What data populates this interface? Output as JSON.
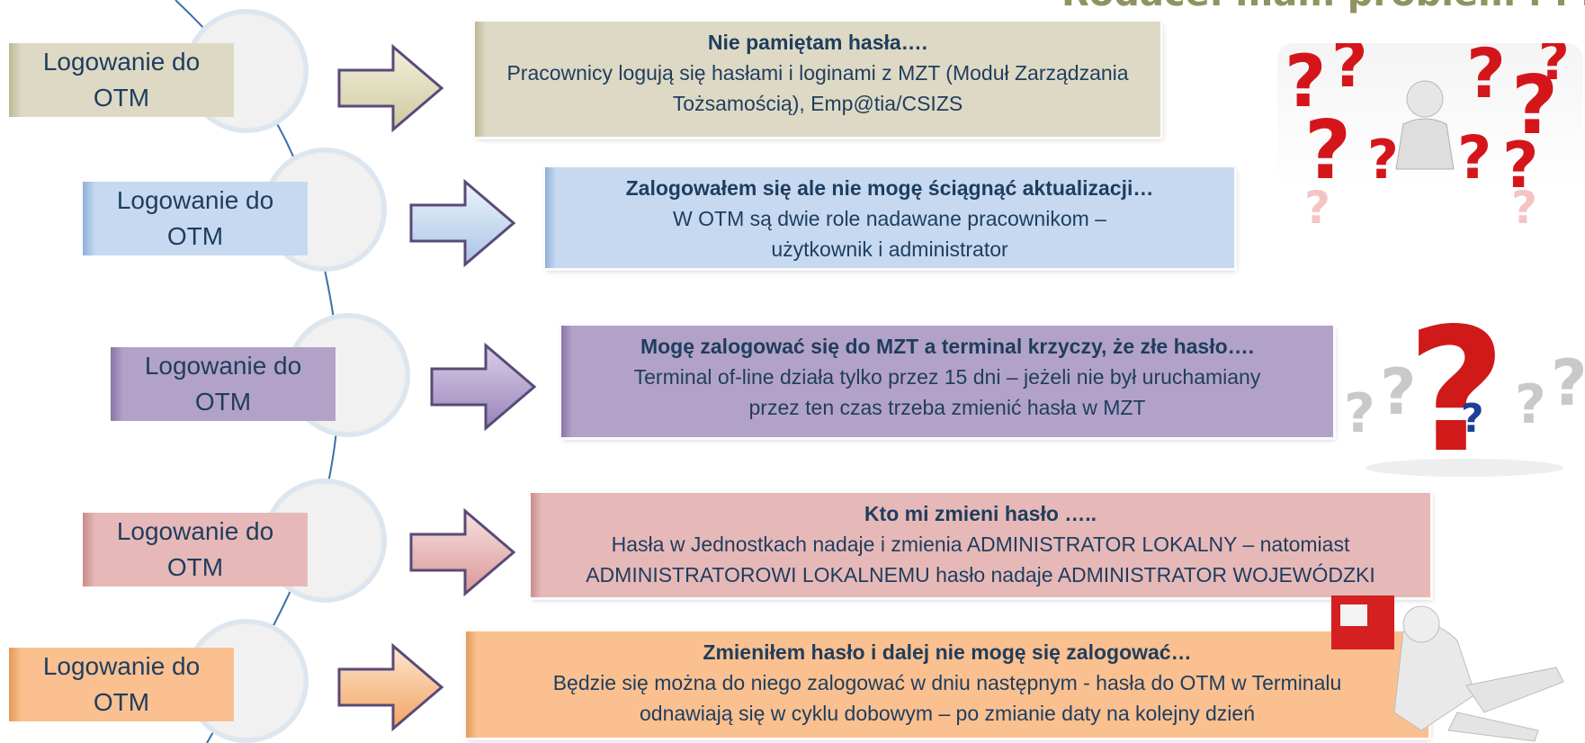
{
  "header_fragment": "Rodaceł mam problem . . .",
  "rows": [
    {
      "label_line1": "Logowanie do",
      "label_line2": "OTM",
      "heading": "Nie pamiętam hasła….",
      "text": "Pracownicy logują się hasłami i loginami z MZT (Moduł Zarządzania Tożsamością), Emp@tia/CSIZS"
    },
    {
      "label_line1": "Logowanie do",
      "label_line2": "OTM",
      "heading": "Zalogowałem się ale nie mogę ściągnąć aktualizacji…",
      "text": "W OTM są dwie role nadawane pracownikom – użytkownik i administrator"
    },
    {
      "label_line1": "Logowanie do",
      "label_line2": "OTM",
      "heading": "Mogę zalogować się do MZT a terminal krzyczy, że złe hasło….",
      "text": "Terminal of-line działa tylko przez 15 dni – jeżeli nie był uruchamiany przez ten czas trzeba zmienić hasła w MZT"
    },
    {
      "label_line1": "Logowanie do",
      "label_line2": "OTM",
      "heading": "Kto mi zmieni hasło …..",
      "text": "Hasła w Jednostkach nadaje i zmienia ADMINISTRATOR LOKALNY – natomiast ADMINISTRATOROWI LOKALNEMU hasło nadaje ADMINISTRATOR WOJEWÓDZKI"
    },
    {
      "label_line1": "Logowanie do",
      "label_line2": "OTM",
      "heading": "Zmieniłem hasło i dalej nie mogę się zalogować…",
      "text": "Będzie się można do niego zalogować w dniu następnym - hasła do OTM w Terminalu odnawiają się w cyklu dobowym – po zmianie daty na kolejny dzień"
    }
  ],
  "colors": {
    "row1": "#ddd9c4",
    "row2": "#c6d9f1",
    "row3": "#b3a2c7",
    "row4": "#e6b9b8",
    "row5": "#fac090",
    "text": "#1f3d5e",
    "curve": "#3a6fa8"
  },
  "images": [
    "question-marks-thinking-figure",
    "question-marks-figure",
    "sitting-figure"
  ]
}
